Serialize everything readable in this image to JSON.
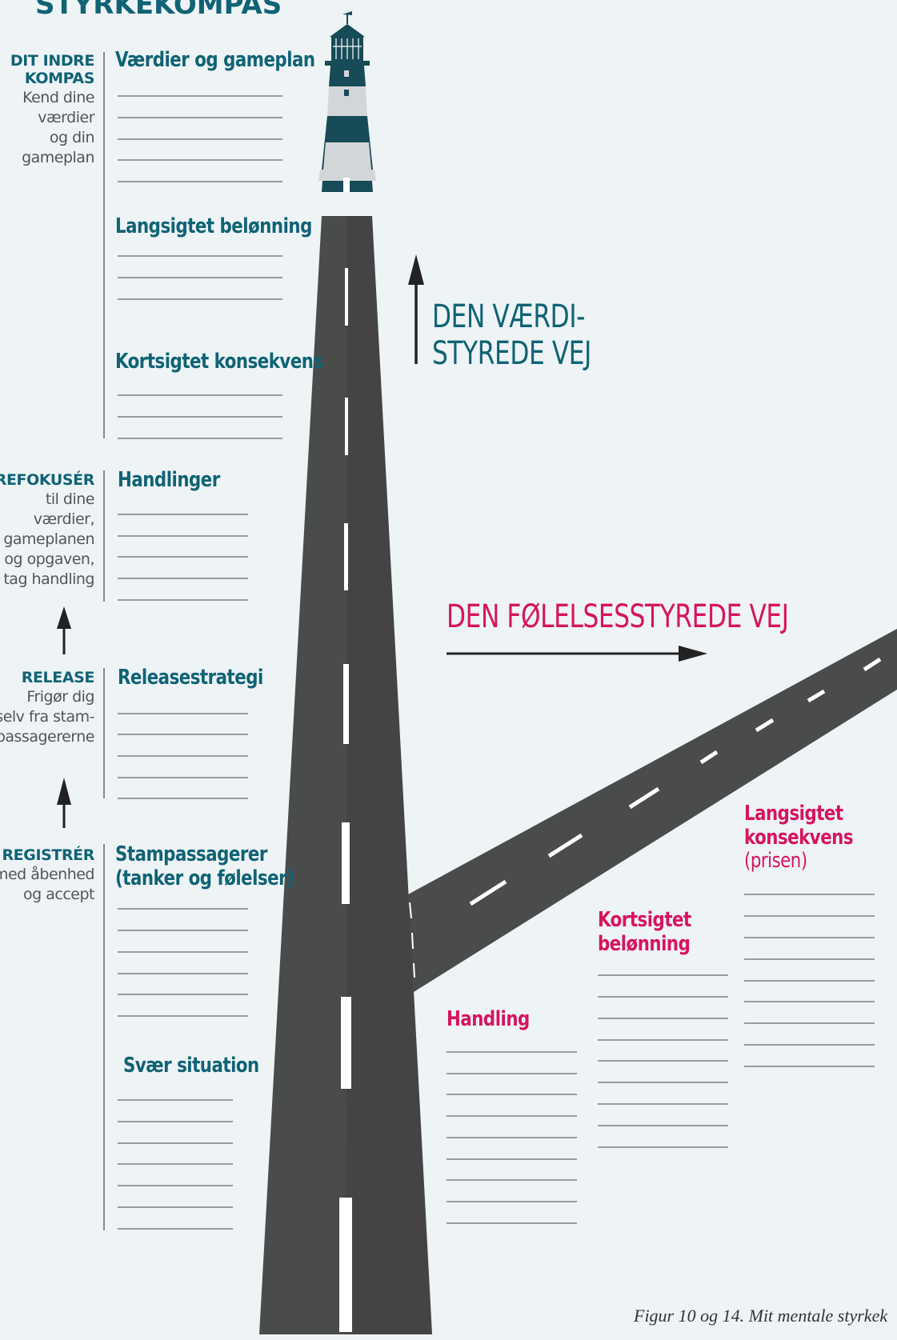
{
  "title": "STYRKEKOMPAS",
  "caption": "Figur 10 og 14. Mit mentale styrkek",
  "left_steps": [
    {
      "title": "DIT INDRE\nKOMPAS",
      "desc": "Kend dine\nværdier\nog din\ngameplan"
    },
    {
      "title": "REFOKUSÉR",
      "desc": "til dine\nværdier,\ngameplanen\nog opgaven,\nog tag handling"
    },
    {
      "title": "RELEASE",
      "desc": "Frigør dig\nselv fra stam-\npassagererne"
    },
    {
      "title": "REGISTRÉR",
      "desc": "med åbenhed\nog accept"
    }
  ],
  "value_road": {
    "label": "DEN VÆRDI-\nSTYREDE VEJ",
    "sections": [
      {
        "heading": "Værdier og gameplan"
      },
      {
        "heading": "Langsigtet belønning"
      },
      {
        "heading": "Kortsigtet konsekvens"
      },
      {
        "heading": "Handlinger"
      },
      {
        "heading": "Releasestrategi"
      },
      {
        "heading": "Stampassagerer\n(tanker og følelser)"
      },
      {
        "heading": "Svær situation"
      }
    ]
  },
  "emotion_road": {
    "label": "DEN FØLELSESSTYREDE VEJ",
    "sections": [
      {
        "heading": "Handling",
        "sub": ""
      },
      {
        "heading": "Kortsigtet\nbelønning",
        "sub": ""
      },
      {
        "heading": "Langsigtet\nkonsekvens",
        "sub": "(prisen)"
      }
    ]
  },
  "colors": {
    "background": "#eef3f6",
    "teal": "#0f6374",
    "pink": "#d6145f",
    "road": "#4a4b4b",
    "lighthouse_dark": "#174b57",
    "lighthouse_light": "#d3d6d8"
  }
}
